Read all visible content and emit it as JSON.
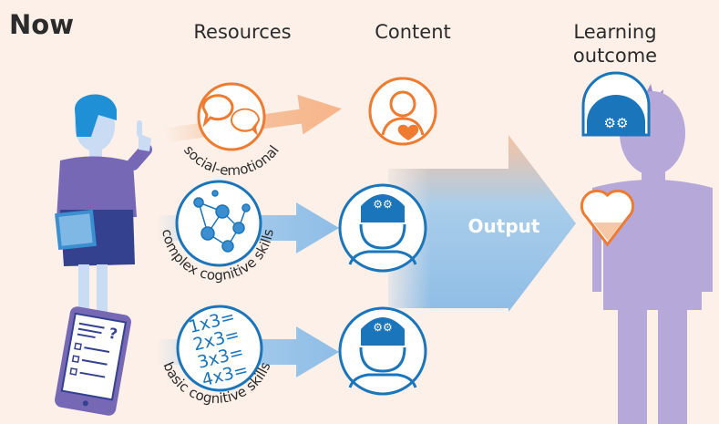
{
  "title": "Now",
  "columns": {
    "resources": "Resources",
    "content": "Content",
    "learning_outcome_line1": "Learning",
    "learning_outcome_line2": "outcome"
  },
  "resources": {
    "social_emotional": "social-emotional",
    "complex_cognitive": "complex cognitive skills",
    "basic_cognitive": "basic cognitive skills"
  },
  "math_lines": [
    "1x3=",
    "2x3=",
    "3x3=",
    "4x3="
  ],
  "output_label": "Output",
  "tablet_mark": "?",
  "colors": {
    "background": "#fcf0e8",
    "blue": "#1a75bb",
    "light_blue": "#9ec7ea",
    "orange": "#ee7b30",
    "peach": "#f5c8a8",
    "lavender": "#b6a8d8",
    "teacher_purple": "#7668b4"
  }
}
